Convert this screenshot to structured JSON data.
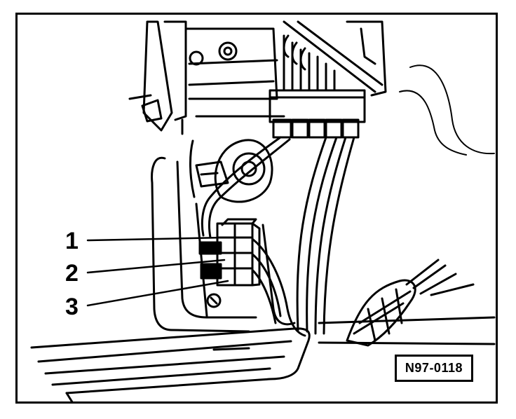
{
  "callouts": {
    "c1": "1",
    "c2": "2",
    "c3": "3"
  },
  "reference_code": "N97-0118",
  "colors": {
    "ink": "#000000",
    "paper": "#ffffff"
  }
}
